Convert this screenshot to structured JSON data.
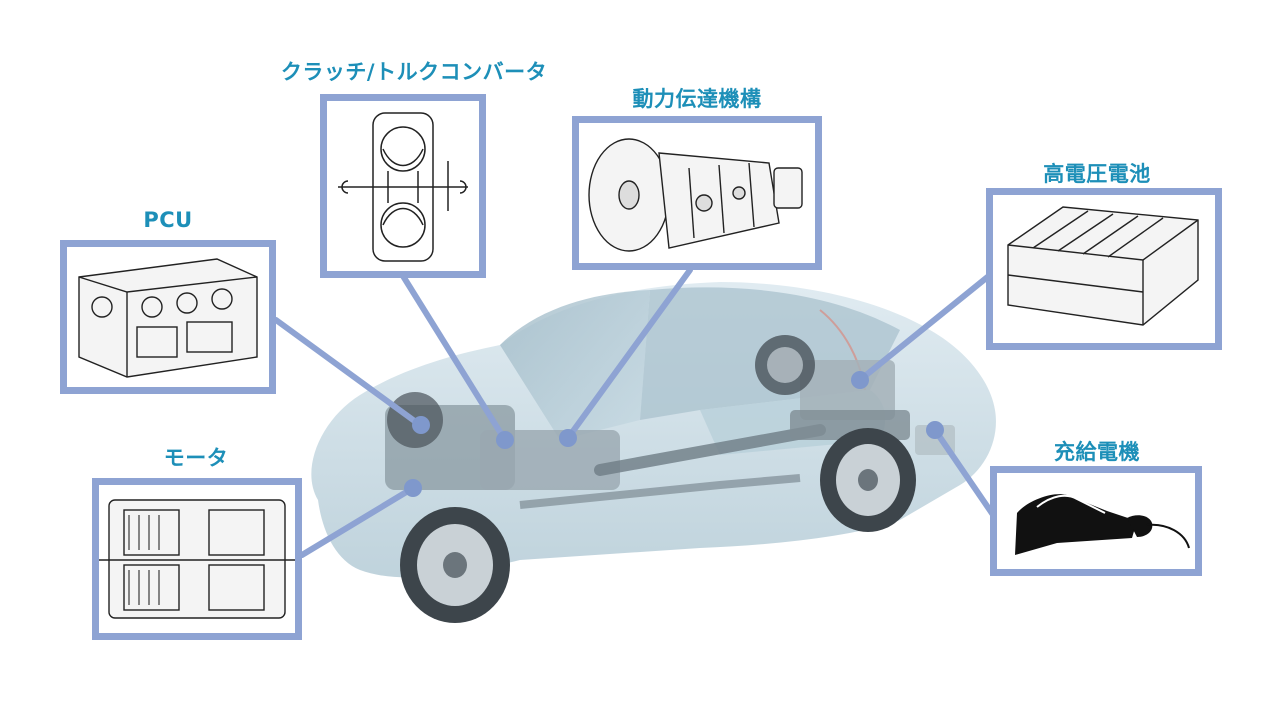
{
  "labels": {
    "clutch": "クラッチ/トルクコンバータ",
    "transmission": "動力伝達機構",
    "pcu": "PCU",
    "battery": "高電圧電池",
    "motor": "モータ",
    "charger": "充給電機"
  },
  "colors": {
    "label": "#1d8fb8",
    "frame": "#8ea3d3",
    "car_body": "#c9dde6",
    "dot": "#7f98cc"
  }
}
